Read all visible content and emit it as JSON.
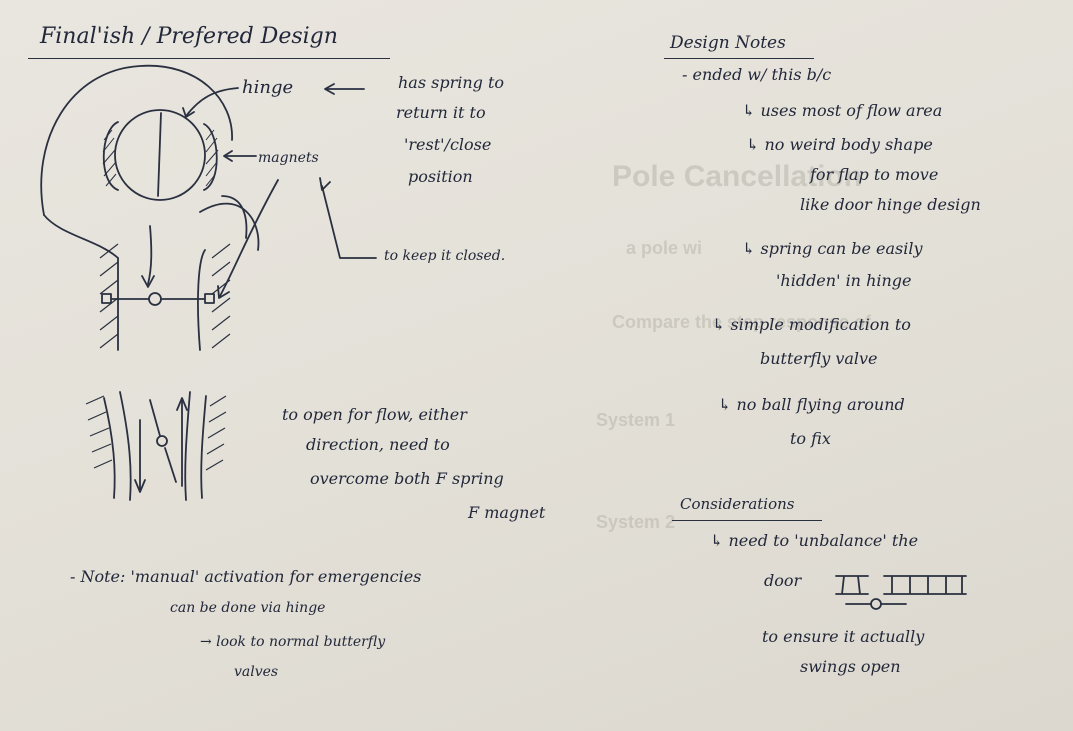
{
  "bleed_through": {
    "line1": "Pole Cancellation",
    "line2": "a pole wi",
    "line3": "Compare the step response of",
    "line4": "System 1",
    "line5": "System 2"
  },
  "left": {
    "title": "Final'ish / Prefered Design",
    "hinge_label": "hinge",
    "spring_note": [
      "has spring to",
      "return it to",
      "'rest'/close",
      "position"
    ],
    "magnets_label": "magnets",
    "keep_closed": "to keep it closed.",
    "open_note": [
      "to open for flow, either",
      "direction, need to",
      "overcome both F spring",
      "F magnet"
    ],
    "manual_note": [
      "- Note: 'manual' activation for emergencies",
      "can be done via hinge",
      "→ look to normal butterfly",
      "valves"
    ]
  },
  "right": {
    "heading": "Design Notes",
    "ended": "- ended w/ this b/c",
    "points": [
      [
        "↳ uses most of flow area"
      ],
      [
        "↳ no weird body shape",
        "for flap to move",
        "like door hinge design"
      ],
      [
        "↳ spring can be easily",
        "'hidden' in hinge"
      ],
      [
        "↳ simple modification to",
        "butterfly valve"
      ],
      [
        "↳ no ball flying around",
        "to fix"
      ]
    ],
    "considerations_heading": "Considerations",
    "consider": [
      "↳ need to 'unbalance' the",
      "door"
    ],
    "consider_end": [
      "to ensure it actually",
      "swings open"
    ]
  }
}
